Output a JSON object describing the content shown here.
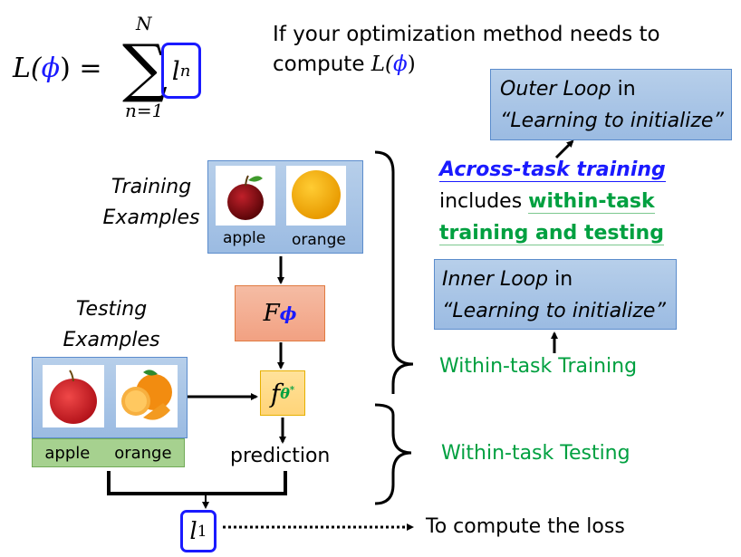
{
  "formula": {
    "lhs": "L(",
    "phi": "ϕ",
    "lhs_close": ") =",
    "sum_upper": "N",
    "sum_symbol": "∑",
    "sum_lower": "n=1",
    "term_base": "l",
    "term_sup": "n"
  },
  "intro": {
    "line1": "If your optimization method needs to",
    "line2_prefix": "compute ",
    "line2_math": "L(",
    "line2_phi": "ϕ",
    "line2_close": ")"
  },
  "outer_loop": {
    "title_italic": "Outer Loop",
    "title_rest": " in",
    "subtitle": "“Learning to initialize”"
  },
  "across_task": {
    "title": "Across-task training",
    "includes": "includes ",
    "within_line1": "within-task",
    "within_line2": "training and testing"
  },
  "inner_loop": {
    "title_italic": "Inner Loop",
    "title_rest": " in",
    "subtitle": "“Learning to initialize”"
  },
  "within_training": "Within-task Training",
  "within_testing": "Within-task Testing",
  "training": {
    "label_line1": "Training",
    "label_line2": "Examples",
    "items": [
      "apple",
      "orange"
    ]
  },
  "testing": {
    "label_line1": "Testing",
    "label_line2": "Examples",
    "items": [
      "apple",
      "orange"
    ]
  },
  "learner": {
    "base": "F",
    "sub": "ϕ"
  },
  "model": {
    "base": "f",
    "sub": "θ",
    "sub_sup": "*"
  },
  "prediction": "prediction",
  "loss_box": {
    "base": "l",
    "sup": "1"
  },
  "compute_loss": "To compute the loss",
  "colors": {
    "blue_accent": "#1a1aff",
    "green_accent": "#00a040",
    "box_blue": "#9bbbe2",
    "box_orange": "#f2a182",
    "box_yellow": "#ffd479",
    "box_green": "#a6d18f"
  }
}
